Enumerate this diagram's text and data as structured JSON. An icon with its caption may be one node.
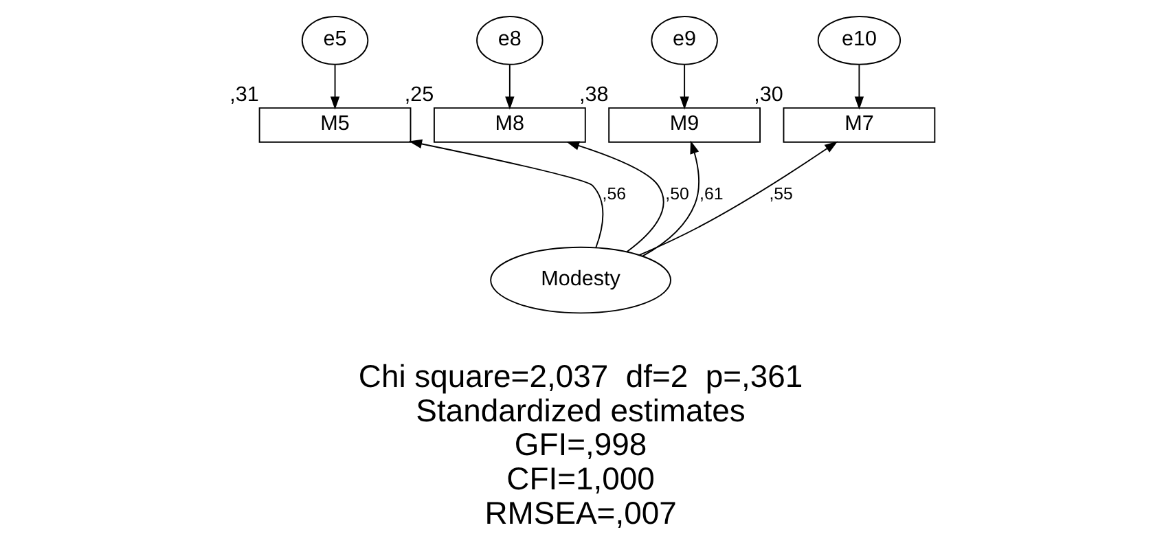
{
  "diagram": {
    "nodes": [
      {
        "text": [
          "e5"
        ]
      },
      {
        "text": [
          "e8"
        ]
      },
      {
        "text": [
          "e9"
        ]
      },
      {
        "text": [
          "e10"
        ]
      },
      {
        "text": [
          "M5"
        ],
        "beside": [
          ",31"
        ]
      },
      {
        "text": [
          "M8"
        ],
        "beside": [
          ",25"
        ]
      },
      {
        "text": [
          "M9"
        ],
        "beside": [
          ",38"
        ]
      },
      {
        "text": [
          "M7"
        ],
        "beside": [
          ",30"
        ]
      },
      {
        "text": [
          "Modesty"
        ]
      }
    ],
    "edges": [
      {
        "from": 0,
        "to": 4,
        "arrow": "to"
      },
      {
        "from": 1,
        "to": 5,
        "arrow": "to"
      },
      {
        "from": 2,
        "to": 6,
        "arrow": "to"
      },
      {
        "from": 3,
        "to": 7,
        "arrow": "to"
      },
      {
        "from": 8,
        "to": 4,
        "arrow": "to",
        "label": ",56"
      },
      {
        "from": 8,
        "to": 5,
        "arrow": "to",
        "label": ",50"
      },
      {
        "from": 8,
        "to": 6,
        "arrow": "to",
        "label": ",61"
      },
      {
        "from": 8,
        "to": 7,
        "arrow": "to",
        "label": ",55"
      }
    ],
    "labels": [
      "Chi square=2,037  df=2  p=,361",
      "Standardized estimates",
      "GFI=,998",
      "CFI=1,000",
      "RMSEA=,007"
    ]
  }
}
